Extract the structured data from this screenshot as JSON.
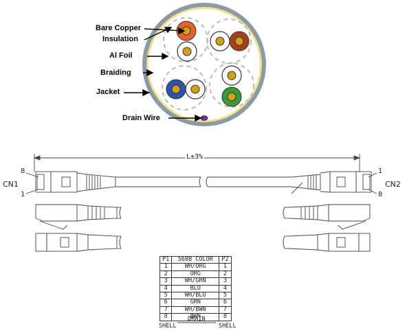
{
  "cross_section": {
    "labels": [
      {
        "text": "Bare Copper",
        "name": "label-bare-copper"
      },
      {
        "text": "Insulation",
        "name": "label-insulation"
      },
      {
        "text": "Al  Foil",
        "name": "label-al-foil"
      },
      {
        "text": "Braiding",
        "name": "label-braiding"
      },
      {
        "text": "Jacket",
        "name": "label-jacket"
      },
      {
        "text": "Drain  Wire",
        "name": "label-drain-wire"
      }
    ]
  },
  "cable": {
    "length_label": "L±3%",
    "left_connector": "CN1",
    "right_connector": "CN2",
    "left_pin_top": "8",
    "left_pin_bottom": "1",
    "right_pin_top": "1",
    "right_pin_bottom": "8"
  },
  "pin_table": {
    "headers": [
      "P1",
      "568B COLOR",
      "P2"
    ],
    "rows": [
      [
        "1",
        "WH/ORG",
        "1"
      ],
      [
        "2",
        "ORG",
        "2"
      ],
      [
        "3",
        "WH/GRN",
        "3"
      ],
      [
        "4",
        "BLU",
        "4"
      ],
      [
        "5",
        "WH/BLU",
        "5"
      ],
      [
        "6",
        "GRN",
        "6"
      ],
      [
        "7",
        "WH/BWN",
        "7"
      ],
      [
        "8",
        "BWN",
        "8"
      ]
    ],
    "footer_left": "SHELL",
    "footer_mid": "DRAIN",
    "footer_right": "SHELL"
  },
  "colors": {
    "jacket_outer": "#8a9aa6",
    "foil": "#e8d23a",
    "orange": "#e2642a",
    "brown": "#a8401e",
    "blue": "#2a55a8",
    "green": "#3a9a3a",
    "copper": "#d3a017",
    "drain": "#7a2a8a"
  }
}
